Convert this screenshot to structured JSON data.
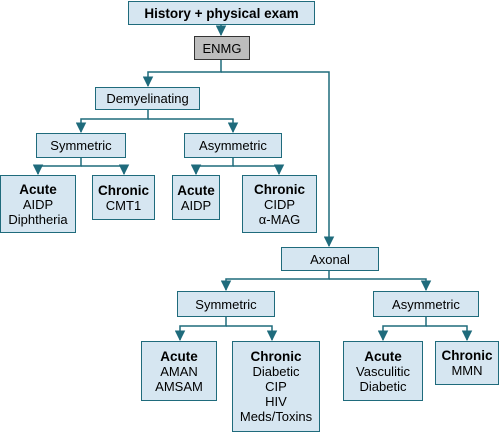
{
  "nodes": {
    "root": "History + physical exam",
    "enmg": "ENMG",
    "demyelinating": "Demyelinating",
    "demyel_symmetric": "Symmetric",
    "demyel_asymmetric": "Asymmetric",
    "demyel_sym_acute": {
      "title": "Acute",
      "items": [
        "AIDP",
        "Diphtheria"
      ]
    },
    "demyel_sym_chronic": {
      "title": "Chronic",
      "items": [
        "CMT1"
      ]
    },
    "demyel_asym_acute": {
      "title": "Acute",
      "items": [
        "AIDP"
      ]
    },
    "demyel_asym_chronic": {
      "title": "Chronic",
      "items": [
        "CIDP",
        "α-MAG"
      ]
    },
    "axonal": "Axonal",
    "axonal_symmetric": "Symmetric",
    "axonal_asymmetric": "Asymmetric",
    "axonal_sym_acute": {
      "title": "Acute",
      "items": [
        "AMAN",
        "AMSAM"
      ]
    },
    "axonal_sym_chronic": {
      "title": "Chronic",
      "items": [
        "Diabetic",
        "CIP",
        "HIV",
        "Meds/Toxins"
      ]
    },
    "axonal_asym_acute": {
      "title": "Acute",
      "items": [
        "Vasculitic",
        "Diabetic"
      ]
    },
    "axonal_asym_chronic": {
      "title": "Chronic",
      "items": [
        "MMN"
      ]
    }
  },
  "colors": {
    "box_fill": "#d6e6f1",
    "box_border": "#1f6b7c",
    "enmg_fill": "#bdbdbd",
    "line": "#1f6b7c"
  }
}
